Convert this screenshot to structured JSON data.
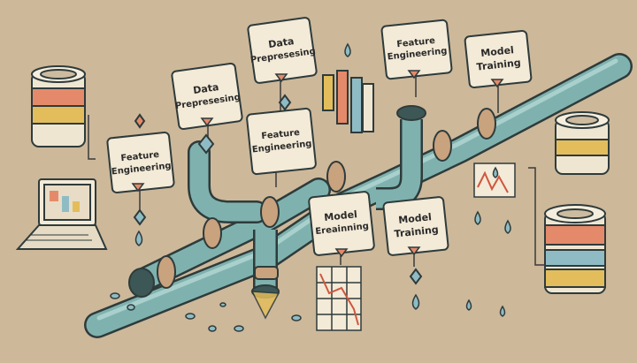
{
  "signs": [
    {
      "id": "sign-data-preprocessing-top",
      "line1": "Data",
      "line2": "Prepresesing"
    },
    {
      "id": "sign-feature-engineering-top",
      "line1": "Feature",
      "line2": "Engineering"
    },
    {
      "id": "sign-model-training-top",
      "line1": "Model",
      "line2": "Training"
    },
    {
      "id": "sign-data-preprocessing-left",
      "line1": "Data",
      "line2": "Prepresesing"
    },
    {
      "id": "sign-feature-engineering-middle",
      "line1": "Feature",
      "line2": "Engineering"
    },
    {
      "id": "sign-feature-engineering-left",
      "line1": "Feature",
      "line2": "Engineering"
    },
    {
      "id": "sign-model-training-lower-left",
      "line1": "Model",
      "line2": "Ereainning"
    },
    {
      "id": "sign-model-training-lower-right",
      "line1": "Model",
      "line2": "Training"
    }
  ],
  "colors": {
    "background": "#cdb89a",
    "pipe": "#7fb2ae",
    "pipe_dark": "#4d7f7d",
    "ring": "#c9a27e",
    "sign": "#f3ead7",
    "drop": "#8fbcc4",
    "barrel_orange": "#e48a6a",
    "barrel_yellow": "#e3bd5c",
    "barrel_cream": "#efe6d2"
  }
}
